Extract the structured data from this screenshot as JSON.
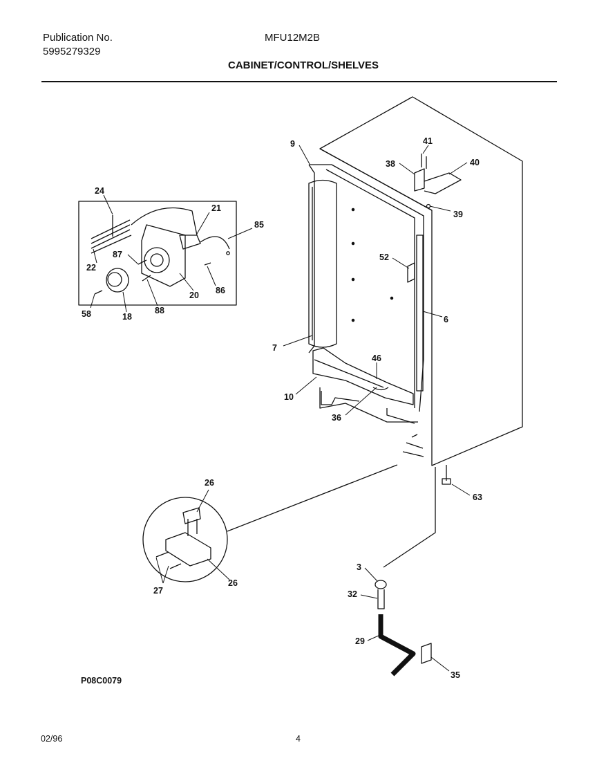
{
  "header": {
    "publication_label": "Publication No.",
    "publication_number": "5995279329",
    "model": "MFU12M2B",
    "section_title": "CABINET/CONTROL/SHELVES"
  },
  "diagram": {
    "callouts": {
      "p9": "9",
      "p41": "41",
      "p38": "38",
      "p40": "40",
      "p39": "39",
      "p24": "24",
      "p21": "21",
      "p85": "85",
      "p22": "22",
      "p87": "87",
      "p20": "20",
      "p86": "86",
      "p58": "58",
      "p18": "18",
      "p88": "88",
      "p52": "52",
      "p6": "6",
      "p7": "7",
      "p46": "46",
      "p10": "10",
      "p36": "36",
      "p63": "63",
      "p26a": "26",
      "p27": "27",
      "p26b": "26",
      "p3": "3",
      "p32": "32",
      "p29": "29",
      "p35": "35"
    },
    "drawing_code": "P08C0079"
  },
  "footer": {
    "date": "02/96",
    "page_number": "4"
  }
}
